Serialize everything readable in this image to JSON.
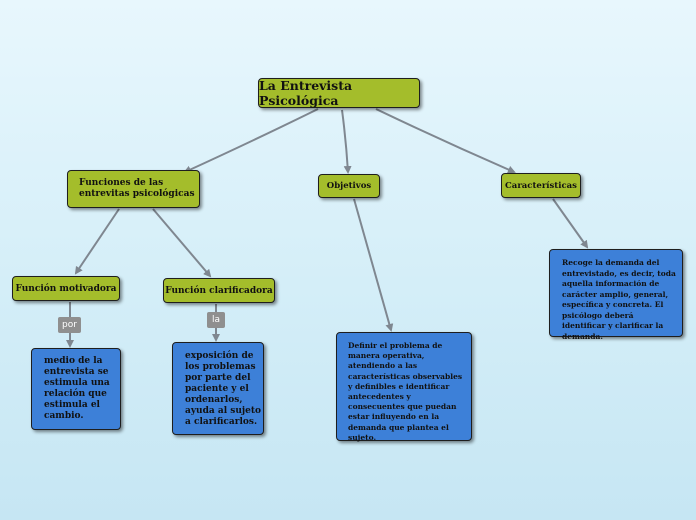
{
  "root": {
    "label": "La Entrevista Psicológica"
  },
  "branches": {
    "funciones": {
      "label": "Funciones de las entrevitas psicológicas"
    },
    "objetivos": {
      "label": "Objetivos"
    },
    "caracteristicas": {
      "label": "Características"
    }
  },
  "funciones_children": {
    "motivadora": {
      "label": "Función motivadora",
      "connector": "por",
      "detail": "medio de la entrevista se estimula una relación que estimula el cambio."
    },
    "clarificadora": {
      "label": "Función clarificadora",
      "connector": "la",
      "detail": "exposición de los problemas por parte del paciente y el ordenarlos, ayuda al sujeto a clarificarlos."
    }
  },
  "objetivos_detail": "Definir el problema de manera operativa, atendiendo a las características observables y definibles e identificar antecedentes y consecuentes que puedan estar influyendo en la demanda que plantea el sujeto.",
  "caracteristicas_detail": "Recoge la demanda del entrevistado, es decir, toda aquella información de carácter amplio, general, específica y concreta. El psicólogo deberá identificar y clarificar la demanda.",
  "colors": {
    "topic": "#a4bd2b",
    "detail": "#3d80d8",
    "connector": "#8f8f8f",
    "edge": "#7f8790",
    "background": "#d4eef8"
  }
}
